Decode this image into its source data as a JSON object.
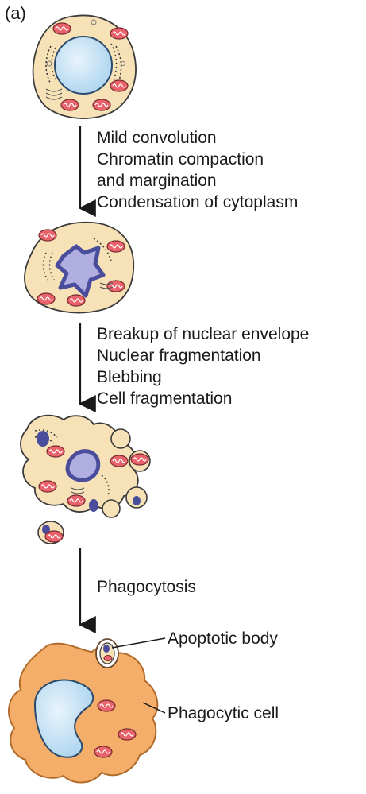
{
  "panel_label": "(a)",
  "stages": [
    {
      "lines": [
        "Mild convolution",
        "Chromatin compaction",
        "and margination",
        "Condensation of cytoplasm"
      ]
    },
    {
      "lines": [
        "Breakup of nuclear envelope",
        "Nuclear fragmentation",
        "Blebbing",
        "Cell fragmentation"
      ]
    },
    {
      "lines": [
        "Phagocytosis"
      ]
    }
  ],
  "callouts": {
    "apoptotic_body": "Apoptotic body",
    "phagocytic_cell": "Phagocytic cell"
  },
  "colors": {
    "cytoplasm": "#f7e2b8",
    "nucleus": "#cfe6f7",
    "condensed_nucleus": "#4a4d9c",
    "mitochondria": "#e8636b",
    "phagocyte": "#f4ae6a"
  }
}
